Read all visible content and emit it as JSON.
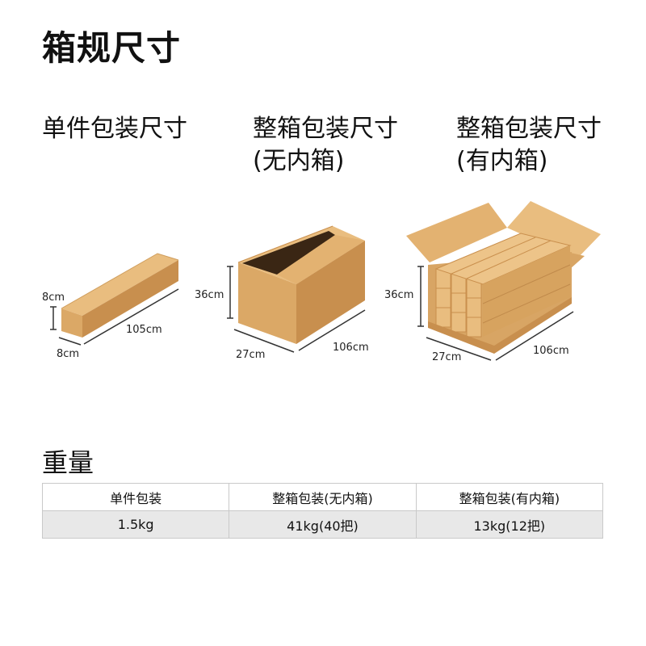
{
  "title": "箱规尺寸",
  "columns": [
    {
      "title_line1": "单件包装尺寸",
      "title_line2": "",
      "dims": {
        "height": "8cm",
        "width": "8cm",
        "length": "105cm"
      }
    },
    {
      "title_line1": "整箱包装尺寸",
      "title_line2": "(无内箱)",
      "dims": {
        "height": "36cm",
        "width": "27cm",
        "length": "106cm"
      }
    },
    {
      "title_line1": "整箱包装尺寸",
      "title_line2": "(有内箱)",
      "dims": {
        "height": "36cm",
        "width": "27cm",
        "length": "106cm"
      }
    }
  ],
  "weight_section": {
    "title": "重量",
    "headers": [
      "单件包装",
      "整箱包装(无内箱)",
      "整箱包装(有内箱)"
    ],
    "values": [
      "1.5kg",
      "41kg(40把)",
      "13kg(12把)"
    ]
  },
  "colors": {
    "cardboard_light": "#e9bd7f",
    "cardboard_mid": "#dba866",
    "cardboard_dark": "#c88f4e",
    "table_row": "#e8e8e8"
  }
}
